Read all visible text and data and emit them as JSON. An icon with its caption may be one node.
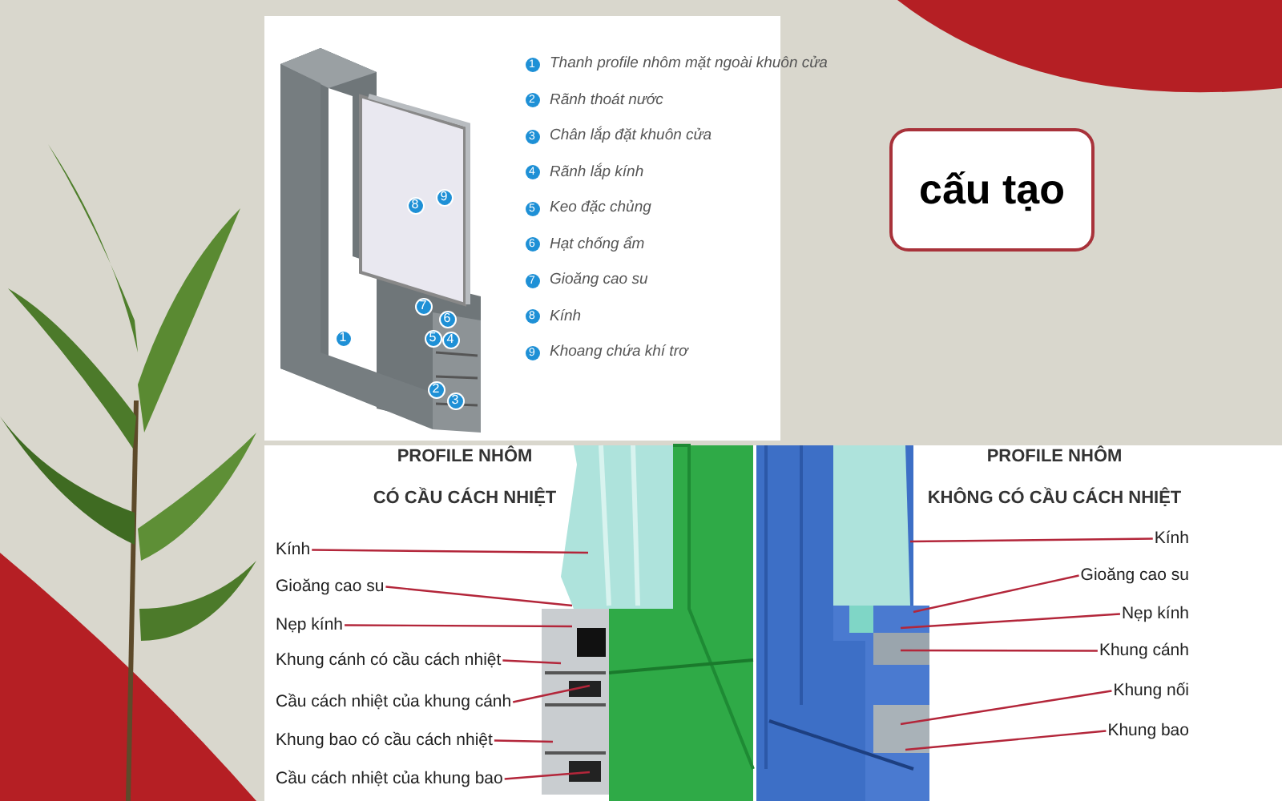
{
  "diagram": {
    "nodes": [
      {
        "text": [
          "cấu tạo"
        ]
      },
      {
        "text": [
          "Kính"
        ]
      },
      {
        "text": [
          "Gioăng cao su"
        ]
      },
      {
        "text": [
          "Nẹp kính"
        ]
      },
      {
        "text": [
          "Khung cánh có cầu cách nhiệt"
        ]
      },
      {
        "text": [
          "Cầu cách nhiệt của khung cánh"
        ]
      },
      {
        "text": [
          "Khung bao có cầu cách nhiệt"
        ]
      },
      {
        "text": [
          "Cầu cách nhiệt của khung bao"
        ]
      },
      {
        "text": [
          "Kính"
        ]
      },
      {
        "text": [
          "Gioăng cao su"
        ]
      },
      {
        "text": [
          "Nẹp kính"
        ]
      },
      {
        "text": [
          "Khung cánh"
        ]
      },
      {
        "text": [
          "Khung nối"
        ]
      },
      {
        "text": [
          "Khung bao"
        ]
      }
    ],
    "edges": [
      {
        "from": 1,
        "to": null,
        "arrow": "none"
      },
      {
        "from": 2,
        "to": null,
        "arrow": "none"
      },
      {
        "from": 3,
        "to": null,
        "arrow": "none"
      },
      {
        "from": 4,
        "to": null,
        "arrow": "none"
      },
      {
        "from": 5,
        "to": null,
        "arrow": "none"
      },
      {
        "from": 6,
        "to": null,
        "arrow": "none"
      },
      {
        "from": 7,
        "to": null,
        "arrow": "none"
      },
      {
        "from": 8,
        "to": null,
        "arrow": "none"
      },
      {
        "from": 9,
        "to": null,
        "arrow": "none"
      },
      {
        "from": 10,
        "to": null,
        "arrow": "none"
      },
      {
        "from": 11,
        "to": null,
        "arrow": "none"
      },
      {
        "from": 12,
        "to": null,
        "arrow": "none"
      },
      {
        "from": 13,
        "to": null,
        "arrow": "none"
      }
    ],
    "labels": [
      "9",
      "8",
      "7",
      "6",
      "5",
      "4",
      "1",
      "2",
      "3",
      "1",
      "Thanh profile nhôm mặt ngoài khuôn cửa",
      "2",
      "Rãnh thoát nước",
      "3",
      "Chân lắp đặt khuôn cửa",
      "4",
      "Rãnh lắp kính",
      "5",
      "Keo đặc chủng",
      "6",
      "Hạt chống ẩm",
      "7",
      "Gioăng cao su",
      "8",
      "Kính",
      "9",
      "Khoang chứa khí trơ",
      "PROFILE NHÔM",
      "CÓ CẦU CÁCH NHIỆT",
      "PROFILE NHÔM",
      "KHÔNG CÓ CẦU CÁCH NHIỆT"
    ]
  }
}
